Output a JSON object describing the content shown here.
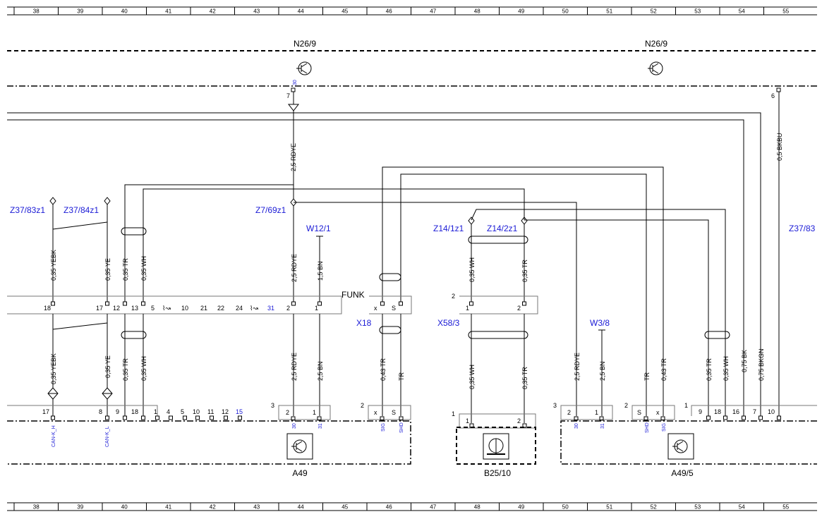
{
  "grid_columns": [
    "38",
    "39",
    "40",
    "41",
    "42",
    "43",
    "44",
    "45",
    "46",
    "47",
    "48",
    "49",
    "50",
    "51",
    "52",
    "53",
    "54",
    "55"
  ],
  "modules": {
    "top_left": "N26/9",
    "top_right": "N26/9",
    "a49": "A49",
    "b25_10": "B25/10",
    "a49_5": "A49/5",
    "funk": "FUNK"
  },
  "connectors": {
    "z37_83z1": "Z37/83z1",
    "z37_84z1": "Z37/84z1",
    "z7_69z1": "Z7/69z1",
    "w12_1": "W12/1",
    "z14_1z1": "Z14/1z1",
    "z14_2z1": "Z14/2z1",
    "z37_83_right": "Z37/83",
    "x18": "X18",
    "x58_3": "X58/3",
    "w3_8": "W3/8"
  },
  "wires": {
    "top_rdye": "2,5 RDYE",
    "top_bkbu": "0,5 BKBU",
    "u_yebk": "0,35 YEBK",
    "u_ye": "0,35 YE",
    "u_tr": "0,35 TR",
    "u_wh": "0,35 WH",
    "u_rdye": "2,5 RDYE",
    "u_bn": "1,5 BN",
    "u_wh2": "0,35 WH",
    "u_tr2": "0,35 TR",
    "l_yebk": "0,35 YEBK",
    "l_ye": "0,35 YE",
    "l_tr": "0,35 TR",
    "l_wh": "0,35 WH",
    "l_rdye": "2,5 RDYE",
    "l_bn": "2,5 BN",
    "l_tr043": "0,43 TR",
    "l_trx": "TR",
    "l_wh2": "0,35 WH",
    "l_tr2": "0,35 TR",
    "r_rdye": "2,5 RDYE",
    "r_bn": "2,5 BN",
    "r_tr": "TR",
    "r_tr043": "0,43 TR",
    "r_tr035": "0,35 TR",
    "r_wh035": "0,35 WH",
    "r_bk075": "0,75 BK",
    "r_bkgn075": "0,75 BKGN"
  },
  "pins": {
    "n26_top_pin": "7",
    "n26_top_30": "30",
    "n26_right_pin": "6",
    "funk_row": [
      "18",
      "17",
      "12",
      "13",
      "5",
      "10",
      "21",
      "22",
      "24",
      "31",
      "2",
      "1"
    ],
    "x18_pins": [
      "x",
      "S"
    ],
    "x58_pins": [
      "1",
      "2"
    ],
    "x58_num": "2",
    "a49_row": [
      "17",
      "8",
      "9",
      "18",
      "1",
      "4",
      "5",
      "10",
      "11",
      "12",
      "15"
    ],
    "a49_g3": "3",
    "a49_pins": [
      "2",
      "1"
    ],
    "a49_g2": "2",
    "a49_xs": [
      "x",
      "S"
    ],
    "b25_g": "1",
    "b25_pins": [
      "1",
      "2"
    ],
    "a495_g3": "3",
    "a495_pins": [
      "2",
      "1"
    ],
    "a495_g2": "2",
    "a495_sx": [
      "S",
      "x"
    ],
    "a495_g1": "1",
    "a495_row": [
      "9",
      "18",
      "16",
      "7",
      "10"
    ]
  },
  "pin_labels": {
    "can_h": "CAN-K_H",
    "can_l": "CAN-K_L",
    "a49_30": "30",
    "a49_31": "31",
    "a49_sig": "SIG",
    "a49_shd": "SHD",
    "a495_30": "30",
    "a495_31": "31",
    "a495_shd": "SHD",
    "a495_sig": "SIG"
  },
  "colors": {
    "link_blue": "#1a1ad6",
    "line": "#000000",
    "shield_grey": "#888888"
  }
}
